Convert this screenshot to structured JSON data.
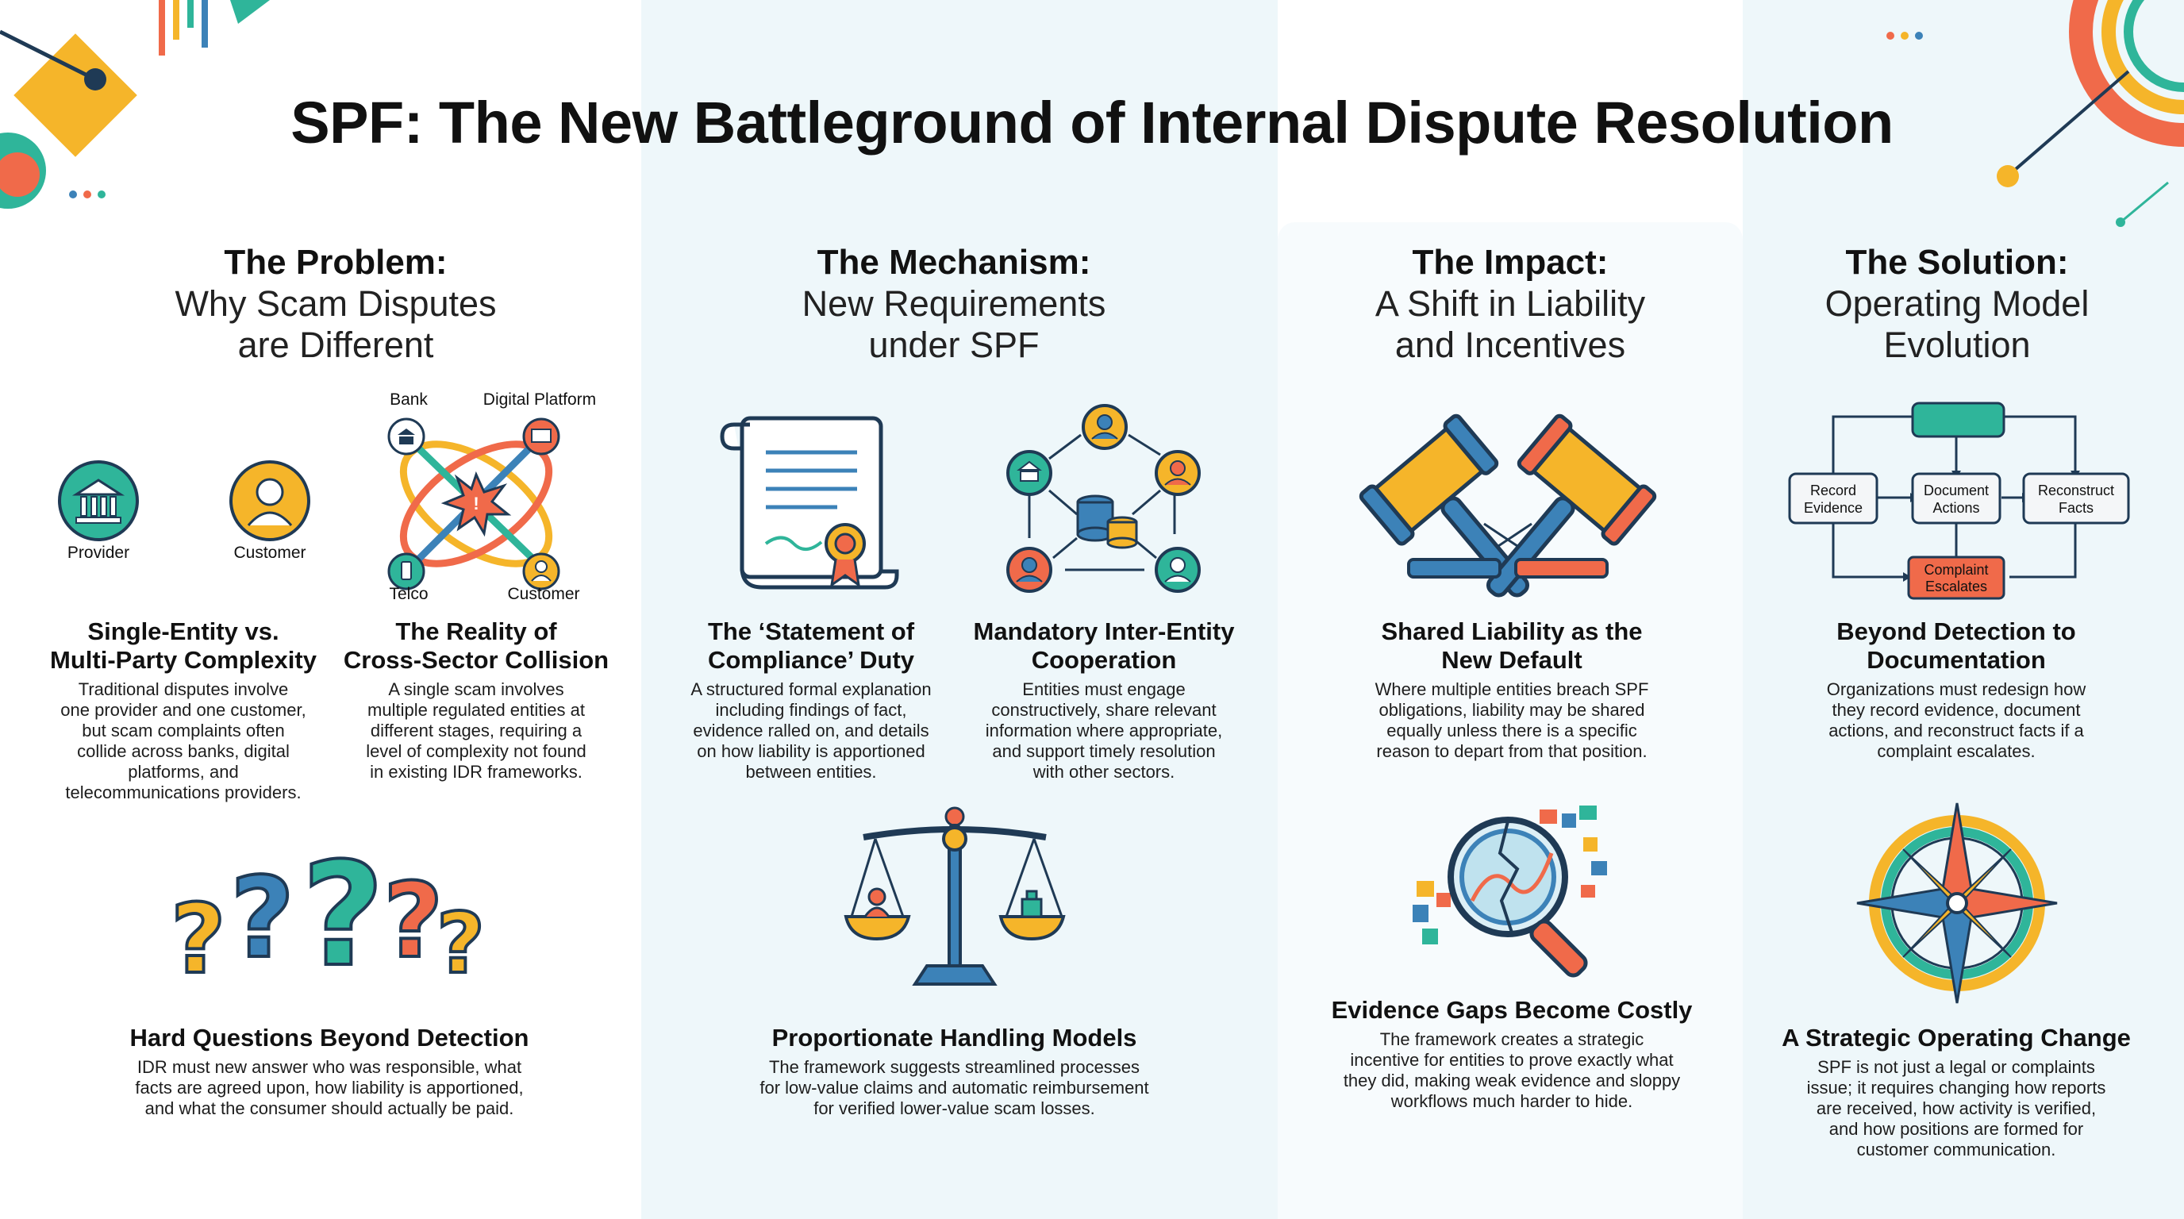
{
  "title": "SPF: The New Battleground of Internal Dispute Resolution",
  "columns": [
    {
      "heading": "The Problem:",
      "subheading_lines": [
        "Why Scam Disputes",
        "are Different"
      ],
      "sections": [
        {
          "title_lines": [
            "Single-Entity vs.",
            "Multi-Party Complexity"
          ],
          "description_lines": [
            "Traditional disputes involve",
            "one provider and one customer,",
            "but scam complaints often",
            "collide across banks, digital",
            "platforms, and",
            "telecommunications providers."
          ]
        },
        {
          "title_lines": [
            "The Reality of",
            "Cross-Sector Collision"
          ],
          "description_lines": [
            "A single scam involves",
            "multiple regulated entities at",
            "different stages, requiring a",
            "level of complexity not found",
            "in existing IDR frameworks."
          ]
        },
        {
          "title_lines": [
            "Hard Questions Beyond Detection"
          ],
          "description_lines": [
            "IDR must new answer who was responsible, what",
            "facts are agreed upon, how liability is apportioned,",
            "and what the consumer should actually be paid."
          ]
        }
      ]
    },
    {
      "heading": "The Mechanism:",
      "subheading_lines": [
        "New Requirements",
        "under SPF"
      ],
      "sections": [
        {
          "title_lines": [
            "The ‘Statement of",
            "Compliance’ Duty"
          ],
          "description_lines": [
            "A structured formal explanation",
            "including findings of fact,",
            "evidence ralled on, and details",
            "on how liability is apportioned",
            "between entities."
          ]
        },
        {
          "title_lines": [
            "Mandatory Inter-Entity",
            "Cooperation"
          ],
          "description_lines": [
            "Entities must engage",
            "constructively, share relevant",
            "information where appropriate,",
            "and support timely resolution",
            "with other sectors."
          ]
        },
        {
          "title_lines": [
            "Proportionate Handling Models"
          ],
          "description_lines": [
            "The framework suggests streamlined processes",
            "for low-value claims and automatic reimbursement",
            "for verified lower-value scam losses."
          ]
        }
      ]
    },
    {
      "heading": "The Impact:",
      "subheading_lines": [
        "A Shift in Liability",
        "and Incentives"
      ],
      "sections": [
        {
          "title_lines": [
            "Shared Liability as the",
            "New Default"
          ],
          "description_lines": [
            "Where multiple entities breach SPF",
            "obligations, liability may be shared",
            "equally unless there is a specific",
            "reason to depart from that position."
          ]
        },
        {
          "title_lines": [
            "Evidence Gaps Become Costly"
          ],
          "description_lines": [
            "The framework creates a strategic",
            "incentive for entities to prove exactly what",
            "they did, making weak evidence and sloppy",
            "workflows much harder to hide."
          ]
        }
      ]
    },
    {
      "heading": "The Solution:",
      "subheading_lines": [
        "Operating Model",
        "Evolution"
      ],
      "sections": [
        {
          "title_lines": [
            "Beyond Detection to",
            "Documentation"
          ],
          "description_lines": [
            "Organizations must redesign how",
            "they record evidence, document",
            "actions, and reconstruct facts if a",
            "complaint escalates."
          ]
        },
        {
          "title_lines": [
            "A Strategic Operating Change"
          ],
          "description_lines": [
            "SPF is not just a legal or complaints",
            "issue; it requires changing how reports",
            "are received, how activity is verified,",
            "and how positions are formed for",
            "customer communication."
          ]
        }
      ]
    }
  ],
  "icon_labels": {
    "provider": "Provider",
    "customer": "Customer",
    "bank": "Bank",
    "digital_platform": "Digital Platform",
    "telco": "Telco",
    "customer2": "Customer"
  },
  "flow_nodes": {
    "record": [
      "Record",
      "Evidence"
    ],
    "document": [
      "Document",
      "Actions"
    ],
    "reconstruct": [
      "Reconstruct",
      "Facts"
    ],
    "complaint": [
      "Complaint",
      "Escalates"
    ]
  },
  "colors": {
    "teal": "#2fb59a",
    "orange": "#f06a4a",
    "yellow": "#f5b52a",
    "blue": "#3c82b8",
    "navy": "#1f3a55"
  }
}
